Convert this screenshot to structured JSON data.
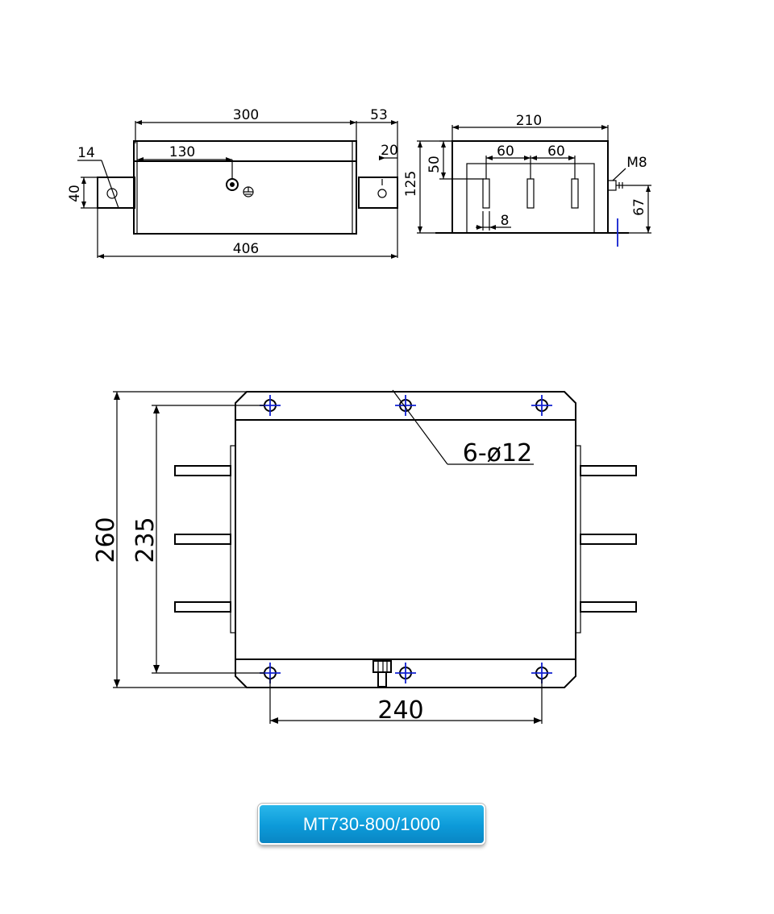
{
  "top_view": {
    "dims": {
      "length_body": "300",
      "offset_right": "53",
      "terminal_pos": "130",
      "terminal_width": "20",
      "hole_dia": "14",
      "flange_height": "40",
      "total_length": "406"
    }
  },
  "side_view": {
    "dims": {
      "width": "210",
      "pitch_1": "60",
      "pitch_2": "60",
      "inner_height": "50",
      "height": "125",
      "slot_width": "8",
      "bolt": "M8",
      "bolt_height": "67"
    }
  },
  "bottom_view": {
    "dims": {
      "outer_height": "260",
      "hole_pitch_height": "235",
      "hole_spec": "6-ø12",
      "hole_pitch_width": "240"
    }
  },
  "model_label": "MT730-800/1000",
  "colors": {
    "centerline": "#1020d0",
    "button": "#0c9ad9"
  }
}
